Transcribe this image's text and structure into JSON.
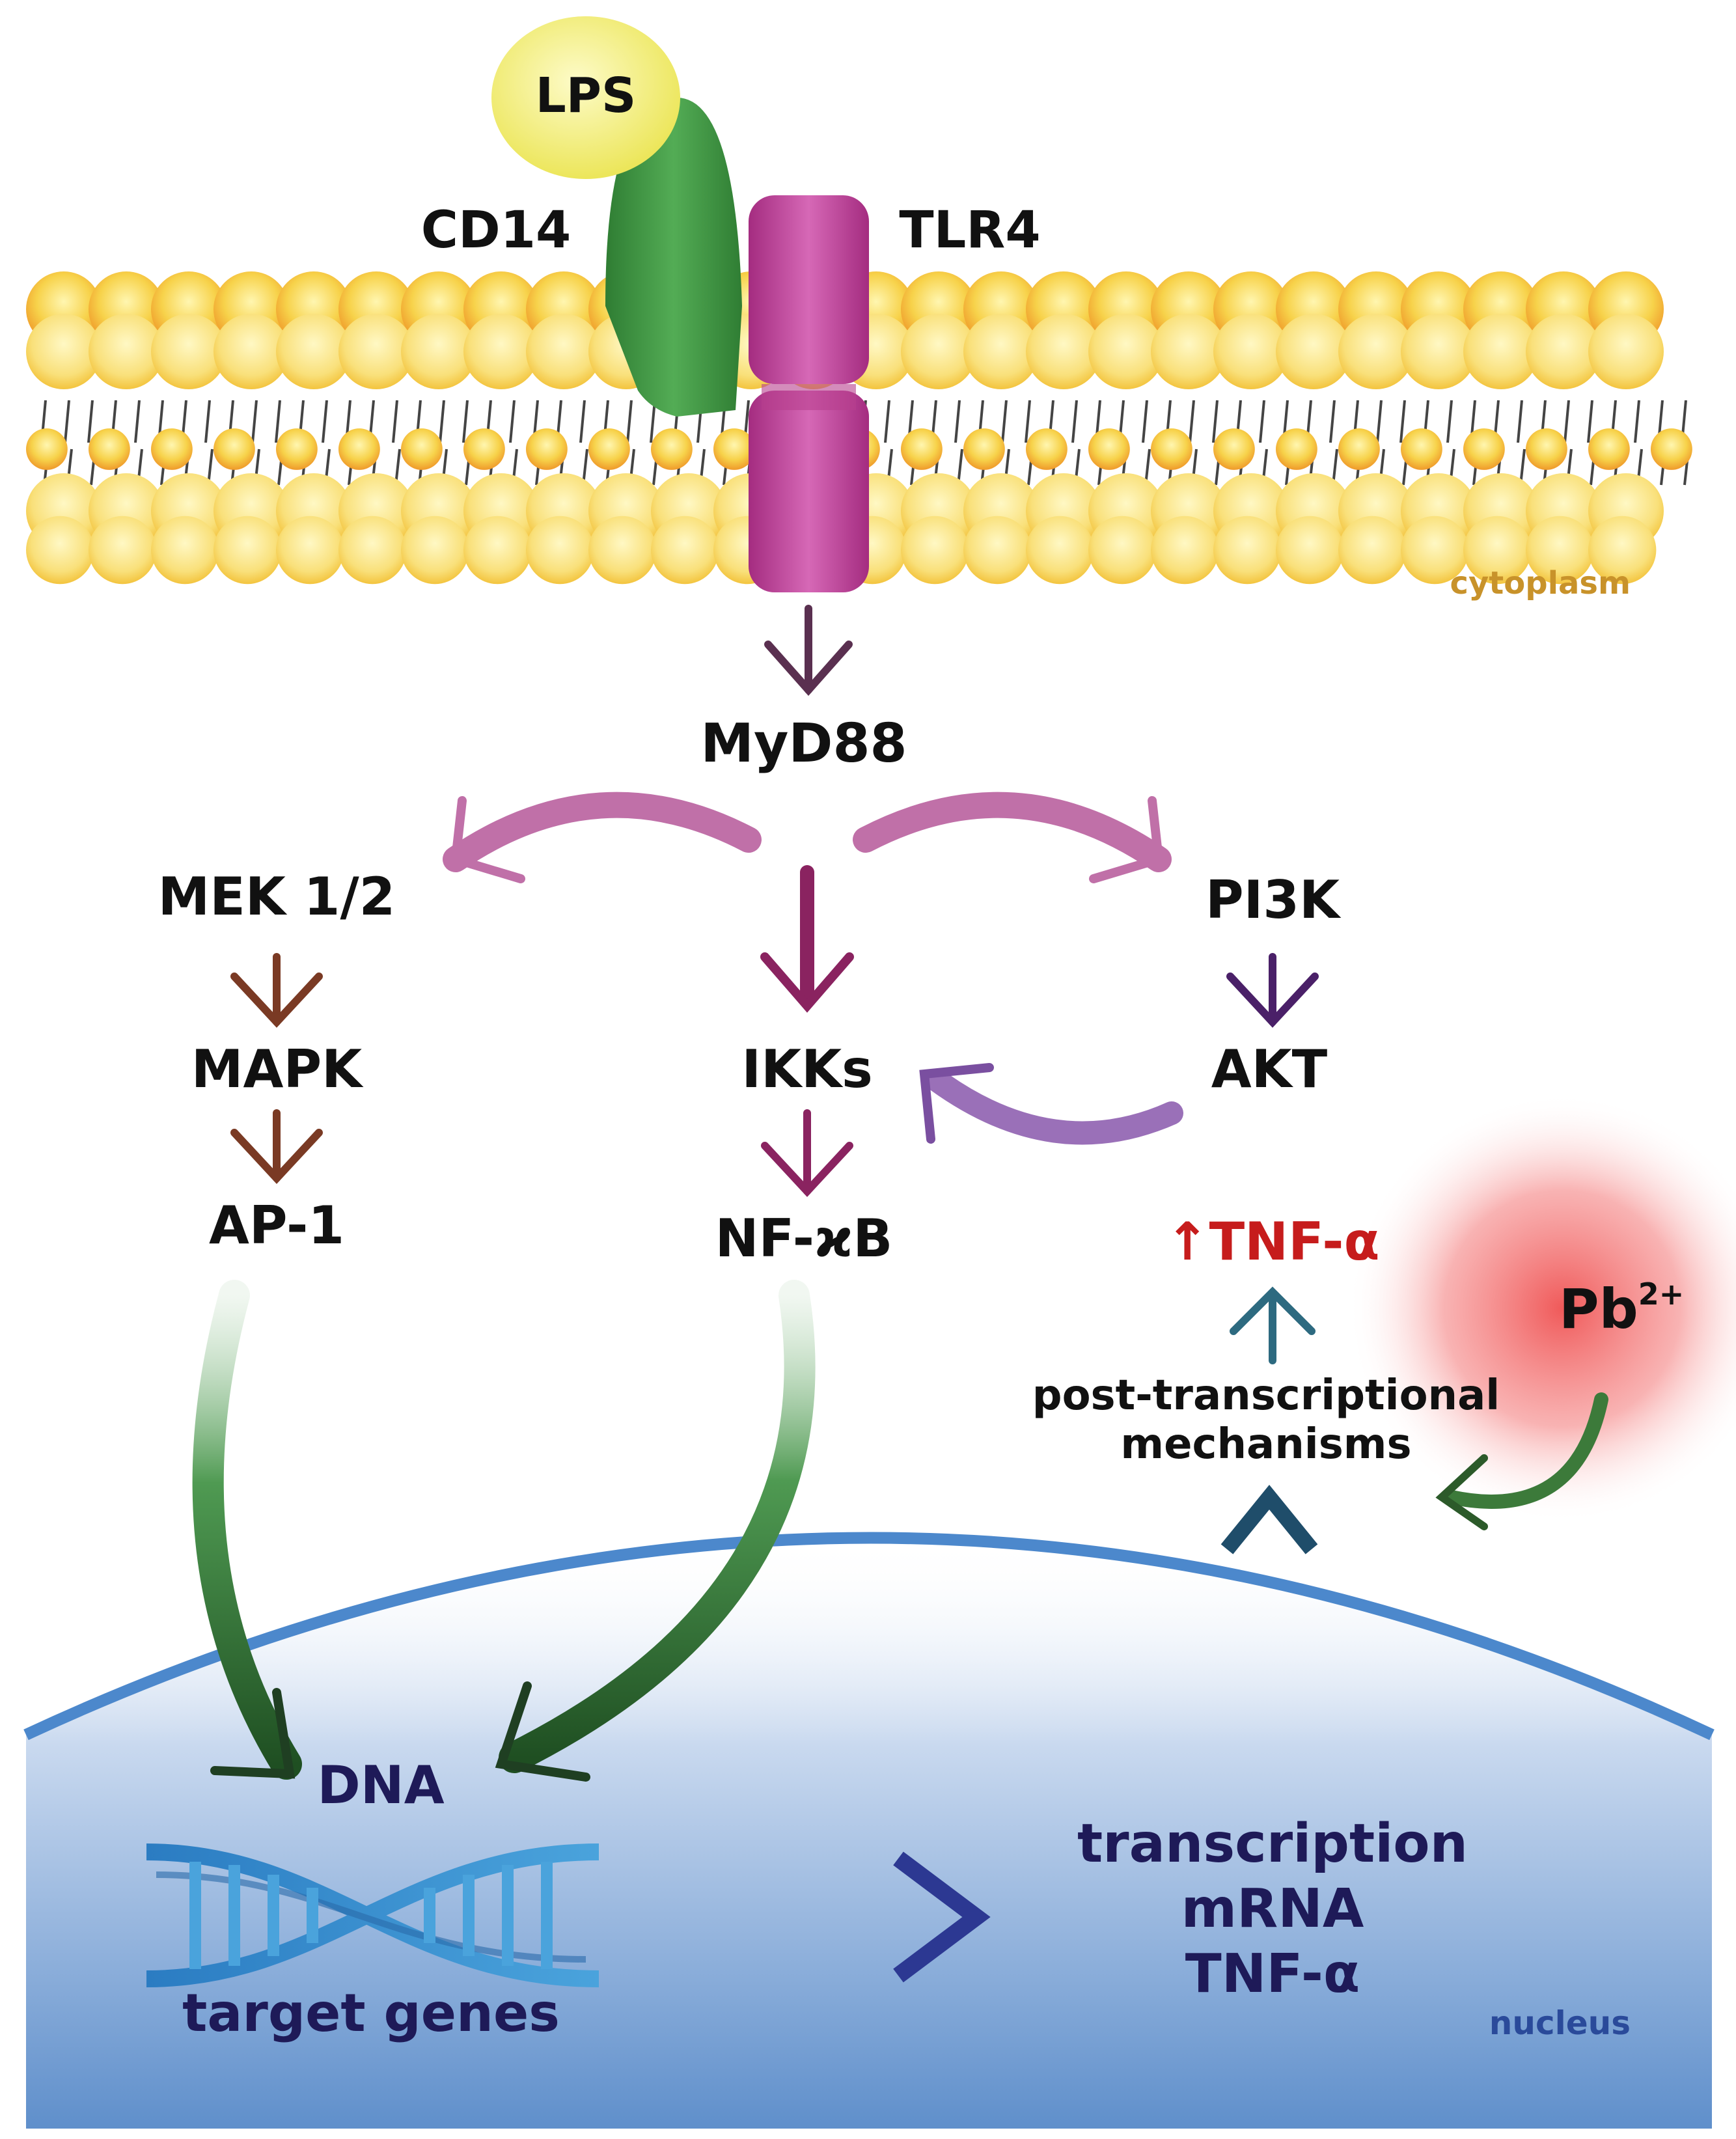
{
  "colors": {
    "membrane_head": "#f5c53a",
    "membrane_head_dark": "#ef9a2a",
    "cd14": "#3f9a45",
    "tlr4": "#c0439a",
    "lps": "#f2ee7a",
    "nucleus": "#6f9ad0",
    "nucleus_edge": "#4c88cc",
    "label_red": "#c61c1c",
    "arrow_green": "#2f7a30",
    "arrow_mek": "#7a3a24",
    "arrow_pink": "#b8558f",
    "arrow_purple": "#6e3f8a",
    "arrow_teal": "#2d6a80",
    "arrow_dna": "#2c3b92"
  },
  "labels": {
    "lps": "LPS",
    "cd14": "CD14",
    "tlr4": "TLR4",
    "cytoplasm": "cytoplasm",
    "myd88": "MyD88",
    "mek": "MEK 1/2",
    "pi3k": "PI3K",
    "mapk": "MAPK",
    "ikks": "IKKs",
    "akt": "AKT",
    "ap1": "AP-1",
    "nfkb": "NF-ϰB",
    "tnf_up_arrow": "↑",
    "tnf_up": "TNF-α",
    "pb": "Pb",
    "pb_charge": "2+",
    "post_line1": "post-transcriptional",
    "post_line2": "mechanisms",
    "dna": "DNA",
    "target_genes": "target genes",
    "transcription": "transcription",
    "mrna": "mRNA",
    "tnf": "TNF-α",
    "nucleus": "nucleus"
  }
}
